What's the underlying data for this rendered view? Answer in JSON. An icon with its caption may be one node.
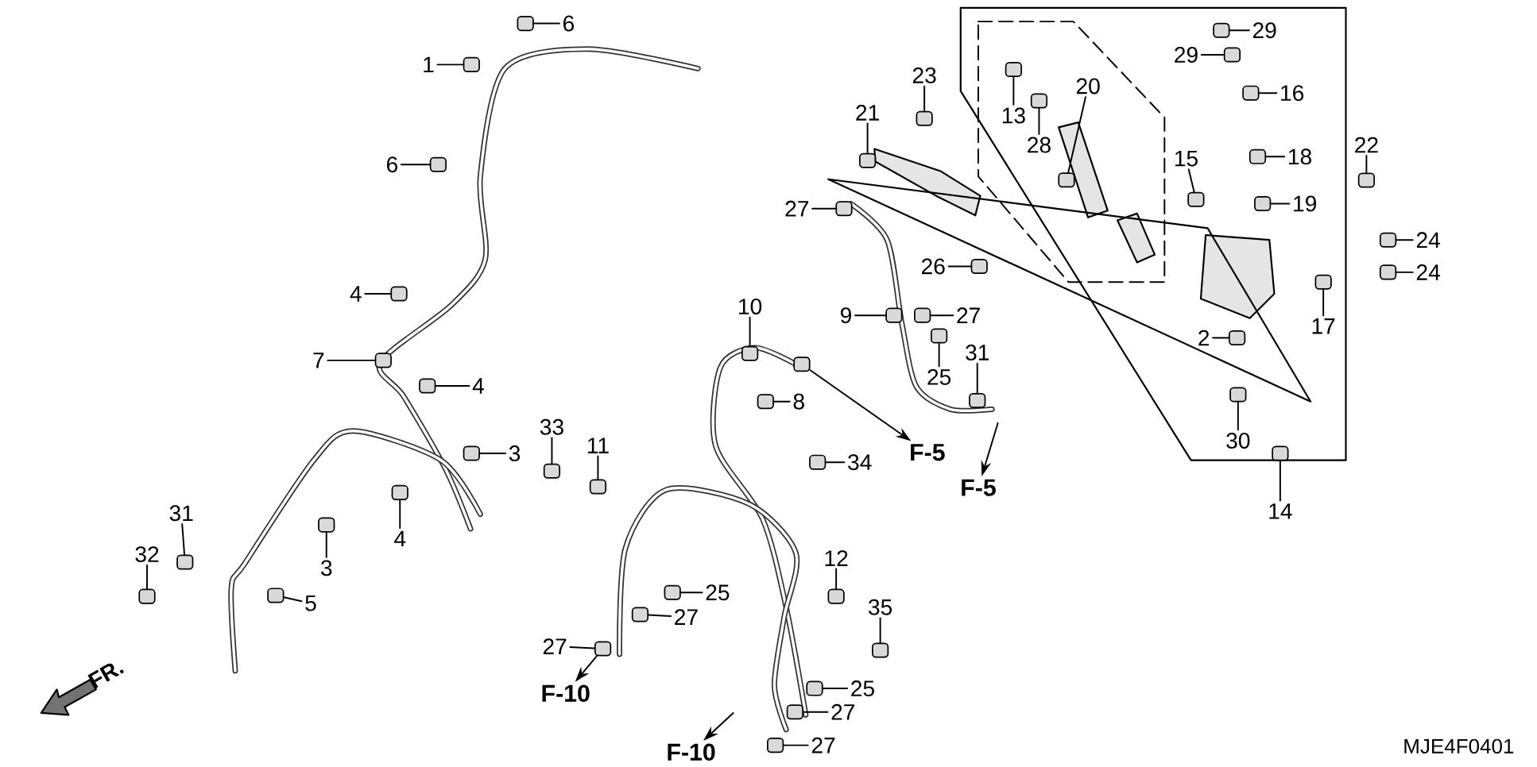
{
  "diagram": {
    "nodes": [
      {
        "text": [
          "1"
        ]
      },
      {
        "text": [
          "6"
        ]
      },
      {
        "text": [
          "6"
        ]
      },
      {
        "text": [
          "4"
        ]
      },
      {
        "text": [
          "7"
        ]
      },
      {
        "text": [
          "4"
        ]
      },
      {
        "text": [
          "3"
        ]
      },
      {
        "text": [
          "4"
        ]
      },
      {
        "text": [
          "3"
        ]
      },
      {
        "text": [
          "5"
        ]
      },
      {
        "text": [
          "31"
        ]
      },
      {
        "text": [
          "32"
        ]
      },
      {
        "text": [
          "33"
        ]
      },
      {
        "text": [
          "11"
        ]
      },
      {
        "text": [
          "25"
        ]
      },
      {
        "text": [
          "27"
        ]
      },
      {
        "text": [
          "27"
        ]
      },
      {
        "text": [
          "F-10"
        ]
      },
      {
        "text": [
          "10"
        ]
      },
      {
        "text": [
          "8"
        ]
      },
      {
        "text": [
          "34"
        ]
      },
      {
        "text": [
          "F-5"
        ]
      },
      {
        "text": [
          "F-5"
        ]
      },
      {
        "text": [
          "12"
        ]
      },
      {
        "text": [
          "35"
        ]
      },
      {
        "text": [
          "25"
        ]
      },
      {
        "text": [
          "27"
        ]
      },
      {
        "text": [
          "27"
        ]
      },
      {
        "text": [
          "F-10"
        ]
      },
      {
        "text": [
          "21"
        ]
      },
      {
        "text": [
          "23"
        ]
      },
      {
        "text": [
          "27"
        ]
      },
      {
        "text": [
          "26"
        ]
      },
      {
        "text": [
          "9"
        ]
      },
      {
        "text": [
          "27"
        ]
      },
      {
        "text": [
          "25"
        ]
      },
      {
        "text": [
          "31"
        ]
      },
      {
        "text": [
          "13"
        ]
      },
      {
        "text": [
          "28"
        ]
      },
      {
        "text": [
          "20"
        ]
      },
      {
        "text": [
          "29"
        ]
      },
      {
        "text": [
          "29"
        ]
      },
      {
        "text": [
          "16"
        ]
      },
      {
        "text": [
          "15"
        ]
      },
      {
        "text": [
          "18"
        ]
      },
      {
        "text": [
          "19"
        ]
      },
      {
        "text": [
          "22"
        ]
      },
      {
        "text": [
          "24"
        ]
      },
      {
        "text": [
          "24"
        ]
      },
      {
        "text": [
          "2"
        ]
      },
      {
        "text": [
          "17"
        ]
      },
      {
        "text": [
          "30"
        ]
      },
      {
        "text": [
          "14"
        ]
      },
      {
        "text": [],
        "shape": "box"
      },
      {
        "text": [],
        "shape": "box"
      },
      {
        "text": [],
        "shape": "box"
      },
      {
        "text": [],
        "shape": "box"
      },
      {
        "text": [],
        "shape": "box"
      },
      {
        "text": [],
        "shape": "box"
      },
      {
        "text": [],
        "shape": "box"
      },
      {
        "text": [],
        "shape": "box"
      },
      {
        "text": [],
        "shape": "box"
      },
      {
        "text": [],
        "shape": "box"
      },
      {
        "text": [],
        "shape": "box"
      },
      {
        "text": [],
        "shape": "box"
      },
      {
        "text": [],
        "shape": "box"
      },
      {
        "text": [],
        "shape": "box"
      },
      {
        "text": [],
        "shape": "box"
      },
      {
        "text": [],
        "shape": "box"
      },
      {
        "text": [],
        "shape": "box"
      },
      {
        "text": [],
        "shape": "box"
      },
      {
        "text": [],
        "shape": "box"
      },
      {
        "text": [],
        "shape": "box"
      },
      {
        "text": [],
        "shape": "box"
      },
      {
        "text": [],
        "shape": "box"
      },
      {
        "text": [],
        "shape": "box"
      },
      {
        "text": [],
        "shape": "box"
      },
      {
        "text": [],
        "shape": "box"
      },
      {
        "text": [],
        "shape": "box"
      },
      {
        "text": [],
        "shape": "box"
      },
      {
        "text": [],
        "shape": "box"
      },
      {
        "text": [],
        "shape": "box"
      },
      {
        "text": [],
        "shape": "box"
      },
      {
        "text": [],
        "shape": "box"
      },
      {
        "text": [],
        "shape": "box"
      },
      {
        "text": [],
        "shape": "box"
      },
      {
        "text": [],
        "shape": "box"
      },
      {
        "text": [],
        "shape": "box"
      },
      {
        "text": [],
        "shape": "box"
      },
      {
        "text": [],
        "shape": "box"
      },
      {
        "text": [],
        "shape": "box"
      },
      {
        "text": [],
        "shape": "box"
      },
      {
        "text": [],
        "shape": "box"
      },
      {
        "text": [],
        "shape": "box"
      },
      {
        "text": [],
        "shape": "box"
      },
      {
        "text": [],
        "shape": "box"
      },
      {
        "text": [],
        "shape": "box"
      },
      {
        "text": [],
        "shape": "box"
      },
      {
        "text": [],
        "shape": "box"
      },
      {
        "text": [],
        "shape": "box"
      },
      {
        "text": [],
        "shape": "box"
      },
      {
        "text": [],
        "shape": "box"
      },
      {
        "text": [],
        "shape": "box"
      }
    ],
    "edges": [
      {
        "from": 0,
        "to": 53,
        "arrow": "none"
      },
      {
        "from": 1,
        "to": 54,
        "arrow": "none"
      },
      {
        "from": 2,
        "to": 55,
        "arrow": "none"
      },
      {
        "from": 3,
        "to": 56,
        "arrow": "none"
      },
      {
        "from": 4,
        "to": 57,
        "arrow": "none"
      },
      {
        "from": 5,
        "to": 58,
        "arrow": "none"
      },
      {
        "from": 6,
        "to": 59,
        "arrow": "none"
      },
      {
        "from": 7,
        "to": 60,
        "arrow": "none"
      },
      {
        "from": 8,
        "to": 61,
        "arrow": "none"
      },
      {
        "from": 9,
        "to": 62,
        "arrow": "none"
      },
      {
        "from": 10,
        "to": 63,
        "arrow": "none"
      },
      {
        "from": 11,
        "to": 64,
        "arrow": "none"
      },
      {
        "from": 12,
        "to": 65,
        "arrow": "none"
      },
      {
        "from": 13,
        "to": 66,
        "arrow": "none"
      },
      {
        "from": 14,
        "to": 67,
        "arrow": "none"
      },
      {
        "from": 15,
        "to": 68,
        "arrow": "none"
      },
      {
        "from": 16,
        "to": 69,
        "arrow": "none"
      },
      {
        "from": 69,
        "to": 17,
        "arrow": "to"
      },
      {
        "from": 18,
        "to": 70,
        "arrow": "none"
      },
      {
        "from": 19,
        "to": 71,
        "arrow": "none"
      },
      {
        "from": 20,
        "to": 72,
        "arrow": "none"
      },
      {
        "from": 102,
        "to": 21,
        "arrow": "to"
      },
      {
        "from": null,
        "to": 22,
        "arrow": "to"
      },
      {
        "from": 23,
        "to": 73,
        "arrow": "none"
      },
      {
        "from": 24,
        "to": 74,
        "arrow": "none"
      },
      {
        "from": 25,
        "to": 75,
        "arrow": "none"
      },
      {
        "from": 26,
        "to": 76,
        "arrow": "none"
      },
      {
        "from": 27,
        "to": 77,
        "arrow": "none"
      },
      {
        "from": null,
        "to": 28,
        "arrow": "to"
      },
      {
        "from": 29,
        "to": 78,
        "arrow": "none"
      },
      {
        "from": 30,
        "to": 79,
        "arrow": "none"
      },
      {
        "from": 31,
        "to": 80,
        "arrow": "none"
      },
      {
        "from": 32,
        "to": 81,
        "arrow": "none"
      },
      {
        "from": 33,
        "to": 82,
        "arrow": "none"
      },
      {
        "from": 34,
        "to": 83,
        "arrow": "none"
      },
      {
        "from": 35,
        "to": 84,
        "arrow": "none"
      },
      {
        "from": 36,
        "to": 85,
        "arrow": "none"
      },
      {
        "from": 37,
        "to": 86,
        "arrow": "none"
      },
      {
        "from": 38,
        "to": 87,
        "arrow": "none"
      },
      {
        "from": 39,
        "to": 88,
        "arrow": "none"
      },
      {
        "from": 40,
        "to": 89,
        "arrow": "none"
      },
      {
        "from": 41,
        "to": 90,
        "arrow": "none"
      },
      {
        "from": 42,
        "to": 91,
        "arrow": "none"
      },
      {
        "from": 43,
        "to": 92,
        "arrow": "none"
      },
      {
        "from": 44,
        "to": 93,
        "arrow": "none"
      },
      {
        "from": 45,
        "to": 94,
        "arrow": "none"
      },
      {
        "from": 46,
        "to": 95,
        "arrow": "none"
      },
      {
        "from": 47,
        "to": 96,
        "arrow": "none"
      },
      {
        "from": 48,
        "to": 97,
        "arrow": "none"
      },
      {
        "from": 49,
        "to": 98,
        "arrow": "none"
      },
      {
        "from": 50,
        "to": 99,
        "arrow": "none"
      },
      {
        "from": 51,
        "to": 100,
        "arrow": "none"
      },
      {
        "from": 52,
        "to": 101,
        "arrow": "none"
      }
    ],
    "labels": [
      "FR.",
      "MJE4F0401"
    ]
  }
}
